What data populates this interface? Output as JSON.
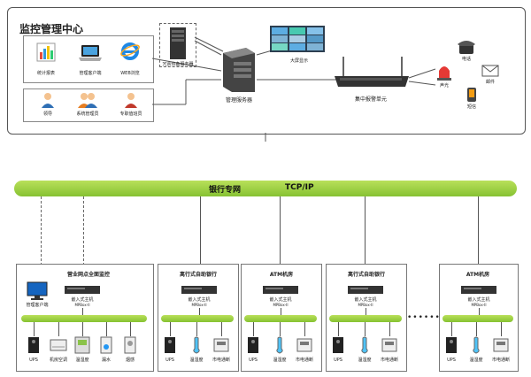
{
  "top": {
    "title": "监控管理中心",
    "group1": [
      "统计报表",
      "管理客户端",
      "WEB浏览"
    ],
    "group2": [
      "领导",
      "系统管理员",
      "专职值班员"
    ],
    "redundant_server": "冗余热备服务器",
    "mgmt_server": "管理服务器",
    "big_screen": "大屏显示",
    "alarm_unit": "集中报警单元",
    "phone": "电话",
    "siren": "声光",
    "email": "邮件",
    "sms": "短信"
  },
  "network": {
    "label": "银行专网",
    "protocol": "TCP/IP"
  },
  "branches": [
    {
      "title": "营业网点全面监控",
      "host": "嵌入式主机",
      "host_model": "MPBox-II",
      "client": "管理客户端",
      "devices": [
        "UPS",
        "机房空调",
        "温湿度",
        "漏水",
        "烟感"
      ]
    },
    {
      "title": "离行式自助银行",
      "host": "嵌入式主机",
      "host_model": "MPBox-II",
      "devices": [
        "UPS",
        "温湿度",
        "市电通断"
      ]
    },
    {
      "title": "ATM机房",
      "host": "嵌入式主机",
      "host_model": "MPBox-II",
      "devices": [
        "UPS",
        "温湿度",
        "市电通断"
      ]
    },
    {
      "title": "离行式自助银行",
      "host": "嵌入式主机",
      "host_model": "MPBox-II",
      "devices": [
        "UPS",
        "温湿度",
        "市电通断"
      ]
    },
    {
      "title": "ATM机房",
      "host": "嵌入式主机",
      "host_model": "MPBox-II",
      "devices": [
        "UPS",
        "温湿度",
        "市电通断"
      ]
    }
  ],
  "ellipsis": "•••••••",
  "colors": {
    "bus_green": "#8dc63f",
    "line": "#555555"
  }
}
